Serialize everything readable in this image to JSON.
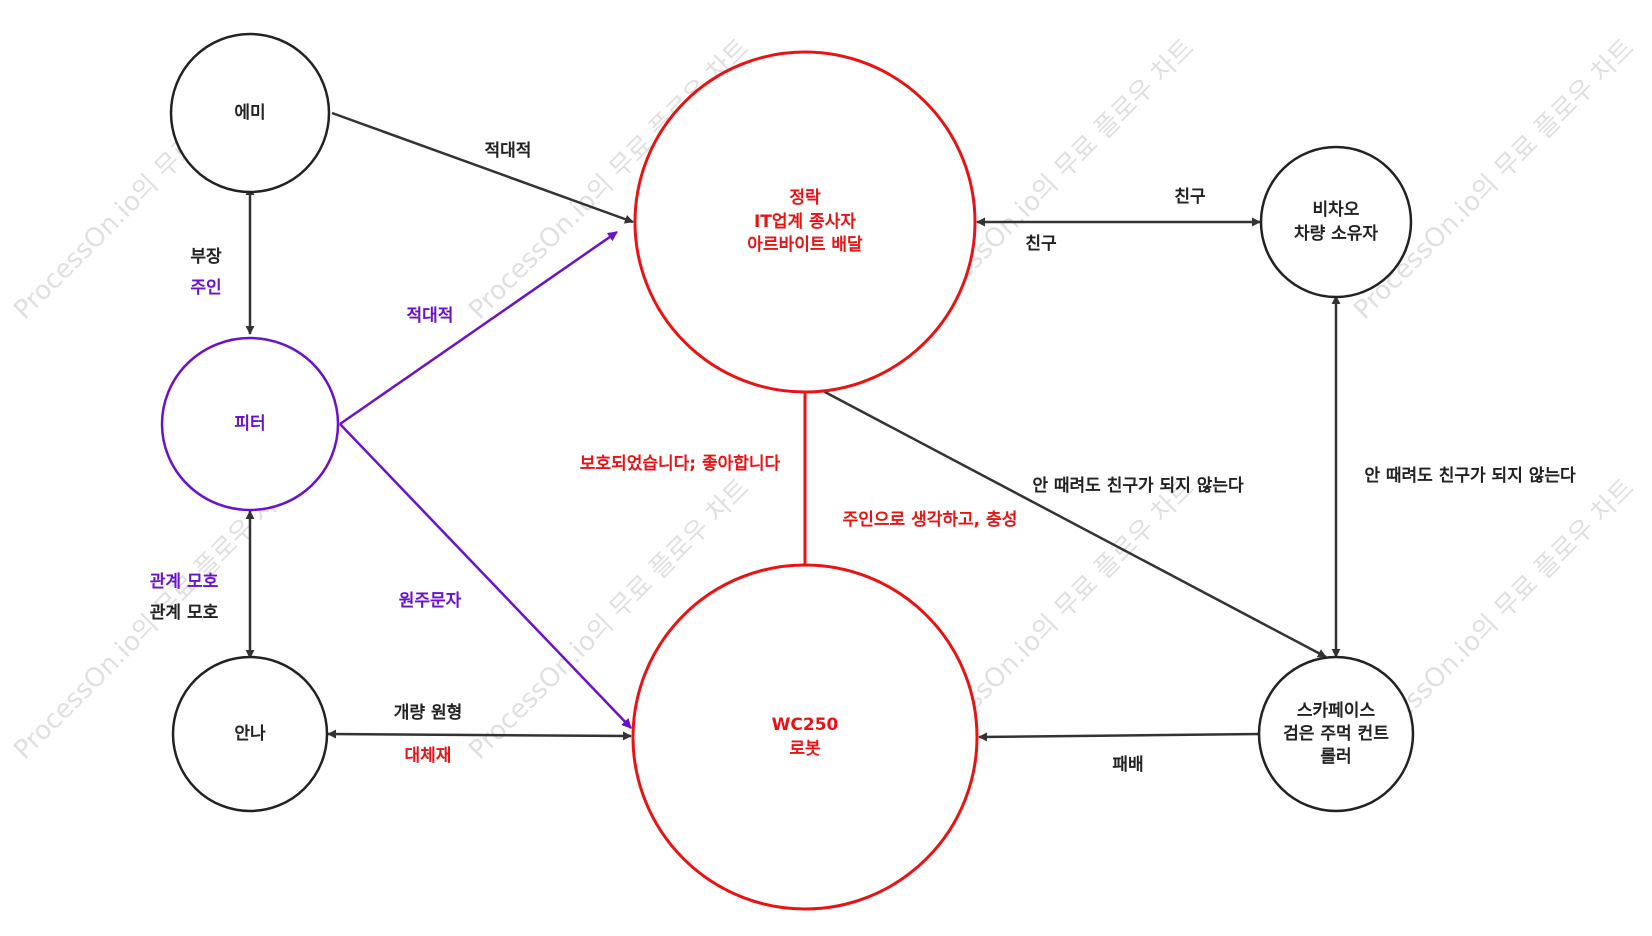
{
  "colors": {
    "black": "#333333",
    "red": "#e81414",
    "purple": "#6a12c9"
  },
  "watermark": "ProcessOn.io의 무료 플로우 차트",
  "nodes": {
    "emi": {
      "lines": [
        "에미"
      ]
    },
    "jeongrak": {
      "lines": [
        "정락",
        "IT업계 종사자",
        "아르바이트 배달"
      ]
    },
    "bichao": {
      "lines": [
        "비차오",
        "차량 소유자"
      ]
    },
    "peter": {
      "lines": [
        "피터"
      ]
    },
    "anna": {
      "lines": [
        "안나"
      ]
    },
    "wc250": {
      "lines": [
        "WC250",
        "로봇"
      ]
    },
    "skypace": {
      "lines": [
        "스카페이스",
        "검은 주먹 컨트",
        "롤러"
      ]
    }
  },
  "edges": {
    "emi_jeongrak": {
      "label": "적대적"
    },
    "emi_peter": {
      "label_top": "부장",
      "label_bottom": "주인"
    },
    "peter_jeongrak": {
      "label": "적대적"
    },
    "peter_wc250": {
      "label": "원주문자"
    },
    "peter_anna": {
      "label_top": "관계 모호",
      "label_bottom": "관계 모호"
    },
    "anna_wc250": {
      "label_top": "개량 원형",
      "label_bottom": "대체재"
    },
    "jeongrak_wc250": {
      "label_top": "보호되었습니다; 좋아합니다",
      "label_bottom": "주인으로 생각하고, 충성"
    },
    "jeongrak_bichao": {
      "label_top": "친구",
      "label_bottom": "친구"
    },
    "jeongrak_skypace": {
      "label": "안 때려도 친구가 되지 않는다"
    },
    "bichao_skypace": {
      "label": "안 때려도 친구가 되지 않는다"
    },
    "skypace_wc250": {
      "label": "패배"
    }
  }
}
